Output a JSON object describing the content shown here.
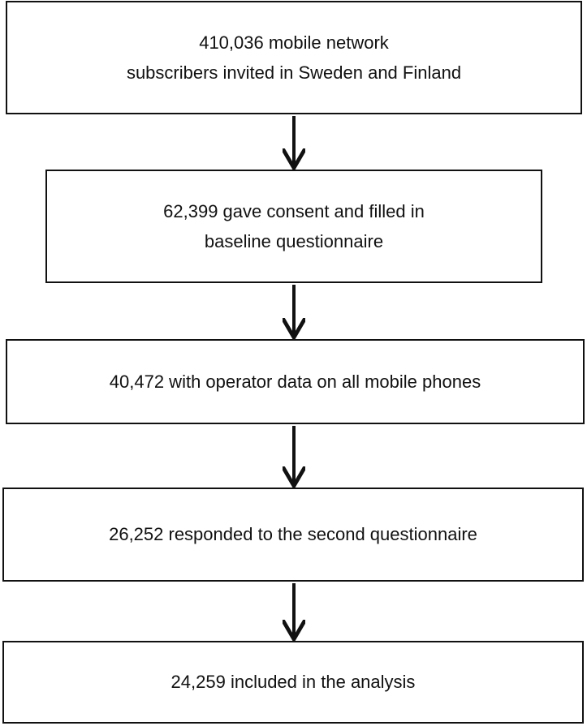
{
  "flowchart": {
    "boxes": [
      {
        "lines": [
          "410,036 mobile network",
          "subscribers invited in Sweden and Finland"
        ]
      },
      {
        "lines": [
          "62,399 gave consent and filled in",
          "baseline questionnaire"
        ]
      },
      {
        "lines": [
          "40,472 with operator data on all mobile phones"
        ]
      },
      {
        "lines": [
          "26,252 responded to the second questionnaire"
        ]
      },
      {
        "lines": [
          "24,259 included in the analysis"
        ]
      }
    ]
  },
  "colors": {
    "stroke": "#111111",
    "background": "#ffffff"
  }
}
